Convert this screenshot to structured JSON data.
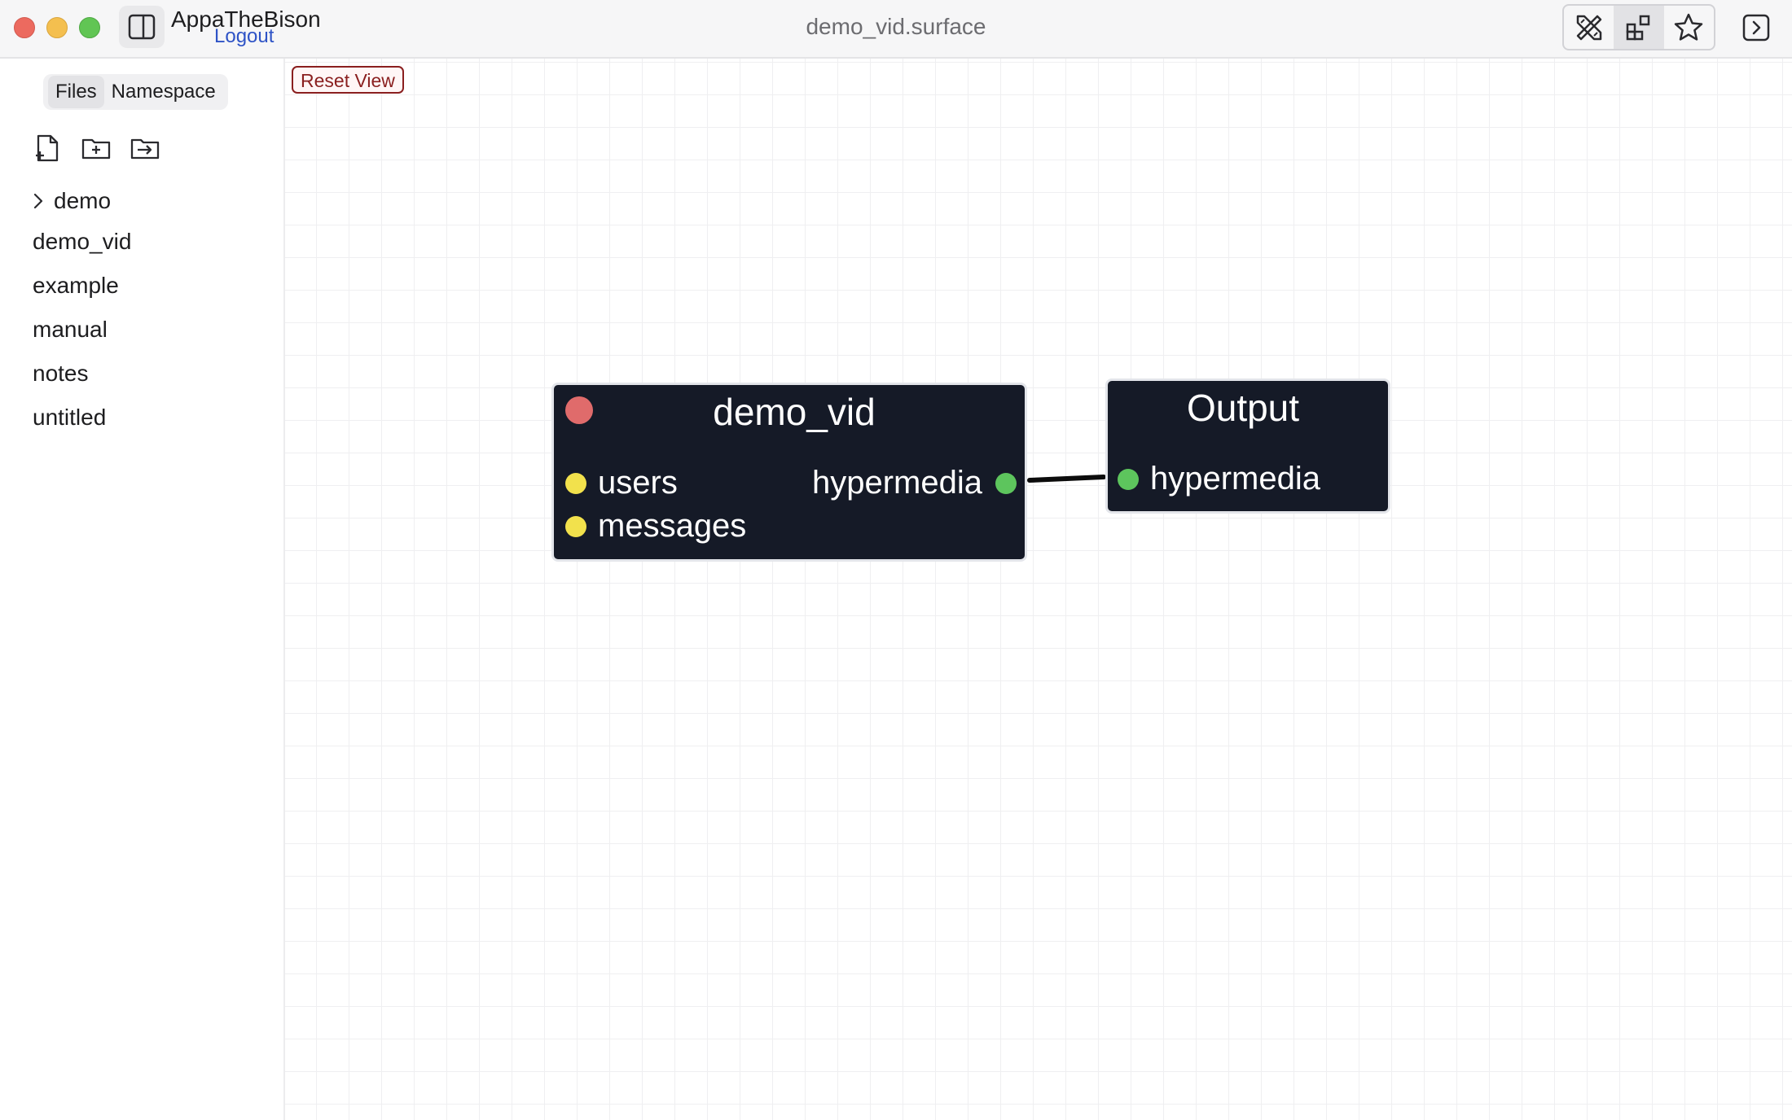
{
  "titlebar": {
    "user_name": "AppaTheBison",
    "logout_label": "Logout",
    "window_title": "demo_vid.surface",
    "traffic_lights": {
      "close": "#ec6a5f",
      "minimize": "#f4bf4f",
      "maximize": "#61c554"
    },
    "tools": [
      {
        "icon": "design-tools-icon"
      },
      {
        "icon": "components-icon",
        "active": true
      },
      {
        "icon": "star-icon"
      }
    ],
    "right_panel_icon": "chevron-right-square-icon"
  },
  "sidebar": {
    "tabs": [
      {
        "label": "Files",
        "active": true
      },
      {
        "label": "Namespace",
        "active": false
      }
    ],
    "actions": [
      "new-file-icon",
      "new-folder-icon",
      "import-icon"
    ],
    "folder": {
      "label": "demo",
      "expanded": false
    },
    "files": [
      "demo_vid",
      "example",
      "manual",
      "notes",
      "untitled"
    ]
  },
  "canvas": {
    "reset_label": "Reset View",
    "nodes": {
      "demo_vid": {
        "title": "demo_vid",
        "status_color": "#e06b6b",
        "inputs": [
          {
            "label": "users",
            "color": "#f2e14c"
          },
          {
            "label": "messages",
            "color": "#f2e14c"
          }
        ],
        "outputs": [
          {
            "label": "hypermedia",
            "color": "#5dc55d"
          }
        ]
      },
      "output": {
        "title": "Output",
        "inputs": [
          {
            "label": "hypermedia",
            "color": "#5dc55d"
          }
        ]
      }
    },
    "edges": [
      {
        "from": "demo_vid.hypermedia",
        "to": "output.hypermedia"
      }
    ]
  }
}
